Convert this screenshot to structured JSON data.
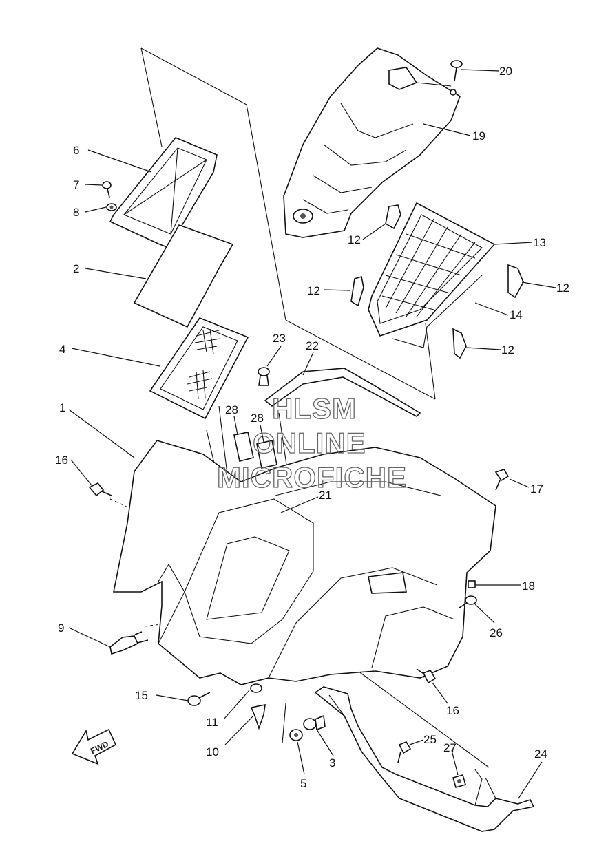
{
  "watermark": {
    "line1": "HLSM",
    "line2": "ONLINE",
    "line3": "MICROFICHE"
  },
  "direction_arrow": {
    "label": "FWD",
    "icon": "fwd-arrow-icon"
  },
  "callouts": {
    "c1": "1",
    "c2": "2",
    "c3": "3",
    "c4": "4",
    "c5": "5",
    "c6": "6",
    "c7": "7",
    "c8": "8",
    "c9": "9",
    "c10": "10",
    "c11": "11",
    "c12a": "12",
    "c12b": "12",
    "c12c": "12",
    "c12d": "12",
    "c13": "13",
    "c14": "14",
    "c15": "15",
    "c16a": "16",
    "c16b": "16",
    "c17": "17",
    "c18": "18",
    "c19": "19",
    "c20": "20",
    "c21": "21",
    "c22": "22",
    "c23": "23",
    "c24": "24",
    "c25": "25",
    "c26": "26",
    "c27": "27",
    "c28a": "28",
    "c28b": "28"
  }
}
